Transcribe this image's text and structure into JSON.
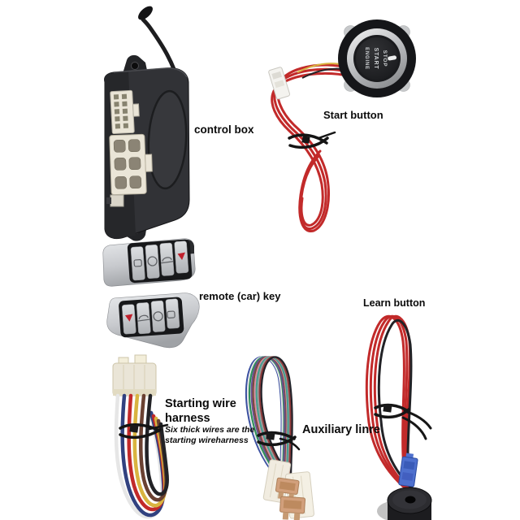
{
  "page": {
    "background": "#ffffff"
  },
  "labels": {
    "control_box": "control box",
    "start_button": "Start button",
    "remote_key": "remote (car) key",
    "learn_button": "Learn button",
    "starting_wire_title_line1": "Starting wire",
    "starting_wire_title_line2": "harness",
    "starting_wire_note_line1": "Six thick wires are the",
    "starting_wire_note_line2": "starting wireharness",
    "auxiliary_line": "Auxiliary linre"
  },
  "start_button_face": {
    "lines": [
      "ENGINE",
      "START",
      "STOP"
    ],
    "text_color": "#cdd0d3"
  },
  "colors": {
    "label_text": "#0b0b0b",
    "box_body": "#313236",
    "connector_ivory": "#eae5d7",
    "chrome_silver": "#c9cbce",
    "key_silver": "#d4d6d9",
    "key_panel_black": "#17181a",
    "alert_red": "#c0202c",
    "wire_red": "#c22a2a",
    "wire_black": "#222226",
    "wire_yellow": "#d9b440",
    "wire_blue": "#31417f",
    "wire_brown": "#6a4132",
    "wire_white": "#e6e6e6",
    "learn_connector_blue": "#4e70ce",
    "fuse_tan": "#d2a07c",
    "aux": [
      "#3a4fa0",
      "#e8e8e8",
      "#2f8f5b",
      "#6a4f8f",
      "#7a4a3a",
      "#d78fa0",
      "#3fa08f",
      "#9a9a9a",
      "#8f3a3a",
      "#23232a"
    ]
  }
}
